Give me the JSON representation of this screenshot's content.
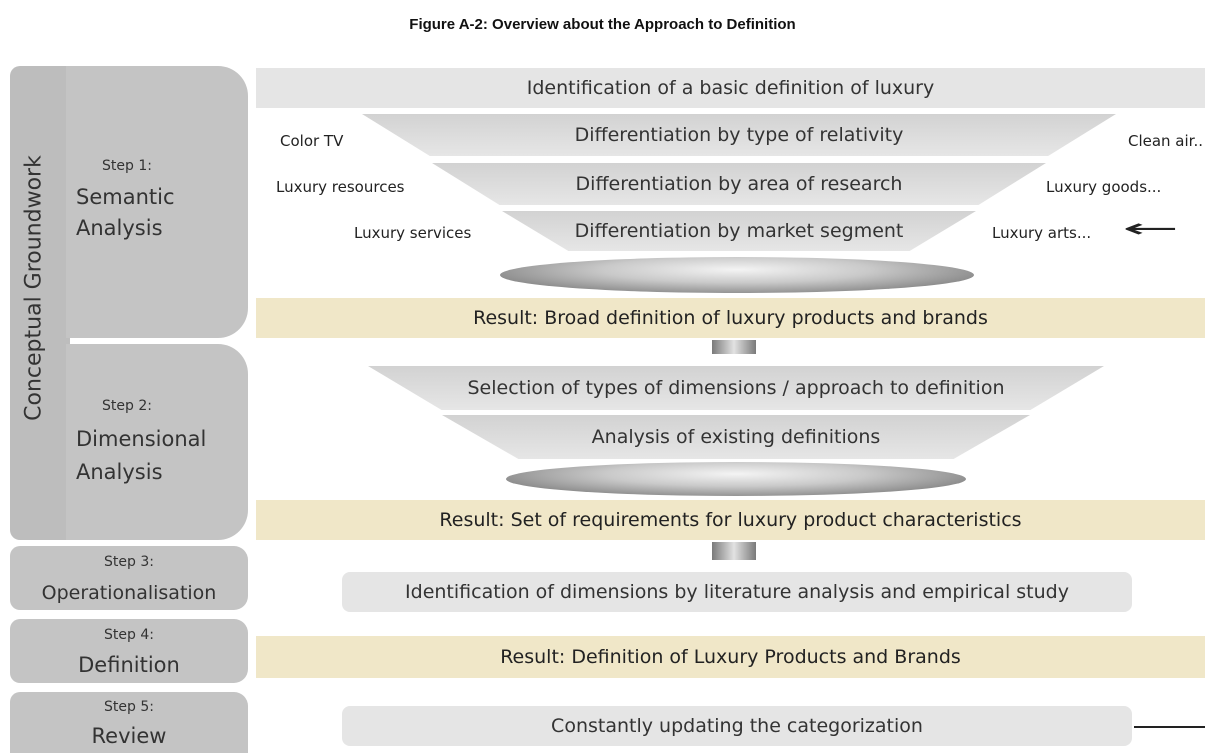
{
  "title": "Figure A-2: Overview about the Approach to Definition",
  "sidebar": {
    "vertical_label": "Conceptual Groundwork",
    "steps": [
      {
        "number": "Step 1:",
        "name_line1": "Semantic",
        "name_line2": "Analysis"
      },
      {
        "number": "Step 2:",
        "name_line1": "Dimensional",
        "name_line2": "Analysis"
      },
      {
        "number": "Step 3:",
        "name": "Operationalisation"
      },
      {
        "number": "Step 4:",
        "name": "Definition"
      },
      {
        "number": "Step 5:",
        "name": "Review"
      }
    ]
  },
  "flow": {
    "basic_definition": "Identification of a basic definition of luxury",
    "funnel1": [
      {
        "center": "Differentiation by type of relativity",
        "left": "Color TV",
        "right": "Clean air.."
      },
      {
        "center": "Differentiation by area of research",
        "left": "Luxury resources",
        "right": "Luxury goods..."
      },
      {
        "center": "Differentiation by market segment",
        "left": "Luxury services",
        "right": "Luxury arts..."
      }
    ],
    "result1": "Result: Broad definition of luxury products and brands",
    "funnel2": [
      {
        "center": "Selection of types of dimensions / approach to definition"
      },
      {
        "center": "Analysis of existing definitions"
      }
    ],
    "result2": "Result: Set of requirements for luxury product characteristics",
    "operationalisation": "Identification of dimensions by literature analysis and empirical study",
    "result3": "Result: Definition of Luxury Products and Brands",
    "review": "Constantly  updating the categorization",
    "arrow_symbol": "←"
  }
}
